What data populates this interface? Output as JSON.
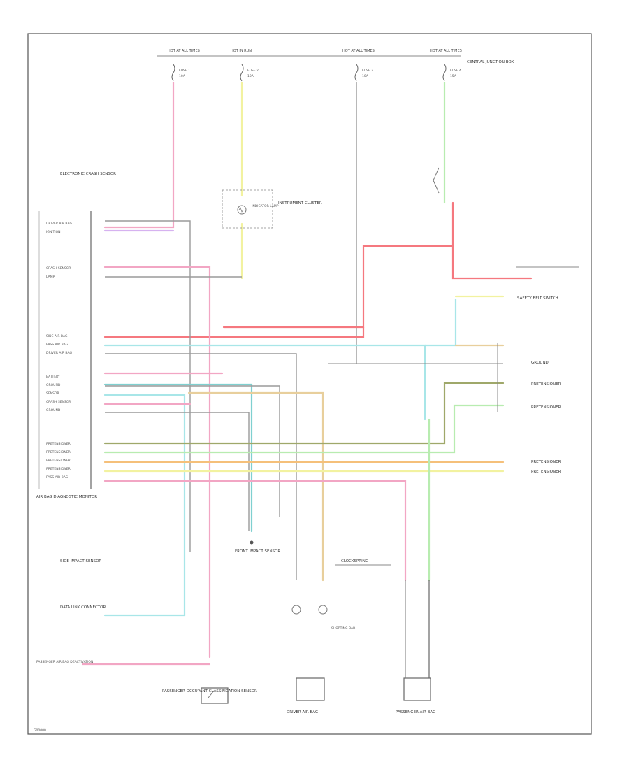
{
  "figure_code": "G00000",
  "top_bus": [
    "HOT AT ALL TIMES",
    "HOT IN RUN",
    "HOT AT ALL TIMES",
    "HOT AT ALL TIMES"
  ],
  "fuses": [
    {
      "name": "FUSE 1",
      "rating": "10A"
    },
    {
      "name": "FUSE 2",
      "rating": "10A"
    },
    {
      "name": "FUSE 3",
      "rating": "10A"
    },
    {
      "name": "FUSE 4",
      "rating": "15A"
    }
  ],
  "labels": {
    "central_junction_box": "CENTRAL JUNCTION BOX",
    "electronic_crash_sensor": "ELECTRONIC CRASH SENSOR",
    "air_bag_diagnostic_monitor": "AIR BAG DIAGNOSTIC MONITOR",
    "passenger_air_bag_deact": "PASSENGER AIR BAG DEACTIVATION",
    "instrument_cluster": "INSTRUMENT CLUSTER",
    "indicator_lamp": "INDICATOR LAMP",
    "seat_belt_switch": "SAFETY BELT SWITCH",
    "pretensioner": "PRETENSIONER",
    "front_impact_sensor": "FRONT IMPACT SENSOR",
    "clockspring": "CLOCKSPRING",
    "driver_air_bag": "DRIVER AIR BAG",
    "passenger_air_bag": "PASSENGER AIR BAG",
    "side_impact_sensor": "SIDE IMPACT SENSOR",
    "ground": "GROUND",
    "data_link": "DATA LINK CONNECTOR",
    "passenger_occupant": "PASSENGER OCCUPANT CLASSIFICATION SENSOR",
    "shorting_bar": "SHORTING BAR"
  },
  "module_pins": [
    "DRIVER AIR BAG",
    "IGNITION",
    "",
    "",
    "",
    "CRASH SENSOR",
    "LAMP",
    "",
    "",
    "",
    "SIDE AIR BAG",
    "PASS AIR BAG",
    "DRIVER AIR BAG",
    "",
    "BATTERY",
    "GROUND",
    "SENSOR",
    "CRASH SENSOR",
    "GROUND",
    "",
    "PRETENSIONER",
    "PRETENSIONER",
    "PRETENSIONER",
    "PRETENSIONER",
    "PASS AIR BAG"
  ],
  "wire_colors": {
    "pink": "#f2a6c4",
    "lt_green": "#b8ecb0",
    "yellow": "#f2f2a0",
    "red": "#f5787f",
    "cyan": "#a8e6e8",
    "tan": "#e8cf9c",
    "orange": "#f5c07a",
    "dk_green": "#9fa86a",
    "violet": "#d6b2f0",
    "teal": "#7fd0d0"
  }
}
